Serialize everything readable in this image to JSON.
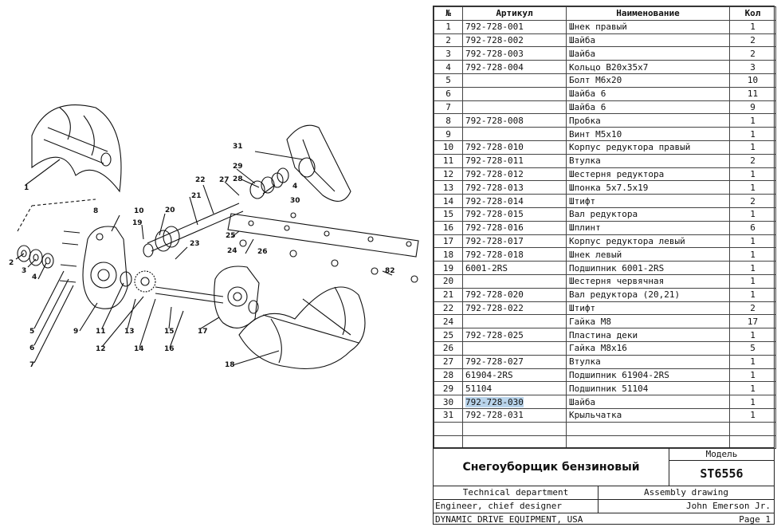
{
  "table": {
    "headers": {
      "no": "№",
      "article": "Артикул",
      "name": "Наименование",
      "qty": "Кол"
    },
    "rows": [
      {
        "no": "1",
        "article": "792-728-001",
        "name": "Шнек правый",
        "qty": "1"
      },
      {
        "no": "2",
        "article": "792-728-002",
        "name": "Шайба",
        "qty": "2"
      },
      {
        "no": "3",
        "article": "792-728-003",
        "name": "Шайба",
        "qty": "2"
      },
      {
        "no": "4",
        "article": "792-728-004",
        "name": "Кольцо B20x35x7",
        "qty": "3"
      },
      {
        "no": "5",
        "article": "",
        "name": "Болт M6x20",
        "qty": "10"
      },
      {
        "no": "6",
        "article": "",
        "name": "Шайба 6",
        "qty": "11"
      },
      {
        "no": "7",
        "article": "",
        "name": "Шайба 6",
        "qty": "9"
      },
      {
        "no": "8",
        "article": "792-728-008",
        "name": "Пробка",
        "qty": "1"
      },
      {
        "no": "9",
        "article": "",
        "name": "Винт M5x10",
        "qty": "1"
      },
      {
        "no": "10",
        "article": "792-728-010",
        "name": "Корпус редуктора правый",
        "qty": "1"
      },
      {
        "no": "11",
        "article": "792-728-011",
        "name": "Втулка",
        "qty": "2"
      },
      {
        "no": "12",
        "article": "792-728-012",
        "name": "Шестерня редуктора",
        "qty": "1"
      },
      {
        "no": "13",
        "article": "792-728-013",
        "name": "Шпонка 5x7.5x19",
        "qty": "1"
      },
      {
        "no": "14",
        "article": "792-728-014",
        "name": "Штифт",
        "qty": "2"
      },
      {
        "no": "15",
        "article": "792-728-015",
        "name": "Вал редуктора",
        "qty": "1"
      },
      {
        "no": "16",
        "article": "792-728-016",
        "name": "Шплинт",
        "qty": "6"
      },
      {
        "no": "17",
        "article": "792-728-017",
        "name": "Корпус редуктора левый",
        "qty": "1"
      },
      {
        "no": "18",
        "article": "792-728-018",
        "name": "Шнек левый",
        "qty": "1"
      },
      {
        "no": "19",
        "article": "6001-2RS",
        "name": "Подшипник 6001-2RS",
        "qty": "1"
      },
      {
        "no": "20",
        "article": "",
        "name": "Шестерня червячная",
        "qty": "1"
      },
      {
        "no": "21",
        "article": "792-728-020",
        "name": "Вал редуктора (20,21)",
        "qty": "1"
      },
      {
        "no": "22",
        "article": "792-728-022",
        "name": "Штифт",
        "qty": "2"
      },
      {
        "no": "24",
        "article": "",
        "name": "Гайка M8",
        "qty": "17"
      },
      {
        "no": "25",
        "article": "792-728-025",
        "name": "Пластина деки",
        "qty": "1"
      },
      {
        "no": "26",
        "article": "",
        "name": "Гайка M8x16",
        "qty": "5"
      },
      {
        "no": "27",
        "article": "792-728-027",
        "name": "Втулка",
        "qty": "1"
      },
      {
        "no": "28",
        "article": "61904-2RS",
        "name": "Подшипник 61904-2RS",
        "qty": "1"
      },
      {
        "no": "29",
        "article": "51104",
        "name": "Подшипник 51104",
        "qty": "1"
      },
      {
        "no": "30",
        "article": "792-728-030",
        "name": "Шайба",
        "qty": "1",
        "highlight": true
      },
      {
        "no": "31",
        "article": "792-728-031",
        "name": "Крыльчатка",
        "qty": "1"
      },
      {
        "no": "",
        "article": "",
        "name": "",
        "qty": ""
      },
      {
        "no": "",
        "article": "",
        "name": "",
        "qty": ""
      }
    ]
  },
  "title_block": {
    "title": "Снегоуборщик бензиновый",
    "model_label": "Модель",
    "model": "ST6556",
    "dept": "Technical department",
    "doc_type": "Assembly drawing",
    "role": "Engineer, chief designer",
    "person": "John Emerson Jr.",
    "company": "DYNAMIC DRIVE EQUIPMENT, USA",
    "page": "Page 1"
  },
  "callouts": [
    "1",
    "2",
    "3",
    "4",
    "5",
    "6",
    "7",
    "8",
    "9",
    "10",
    "11",
    "12",
    "13",
    "14",
    "15",
    "16",
    "17",
    "18",
    "19",
    "20",
    "21",
    "22",
    "23",
    "24",
    "25",
    "26",
    "27",
    "28",
    "29",
    "30",
    "31",
    "82",
    "4"
  ],
  "highlight_color": "#b8d3ea"
}
